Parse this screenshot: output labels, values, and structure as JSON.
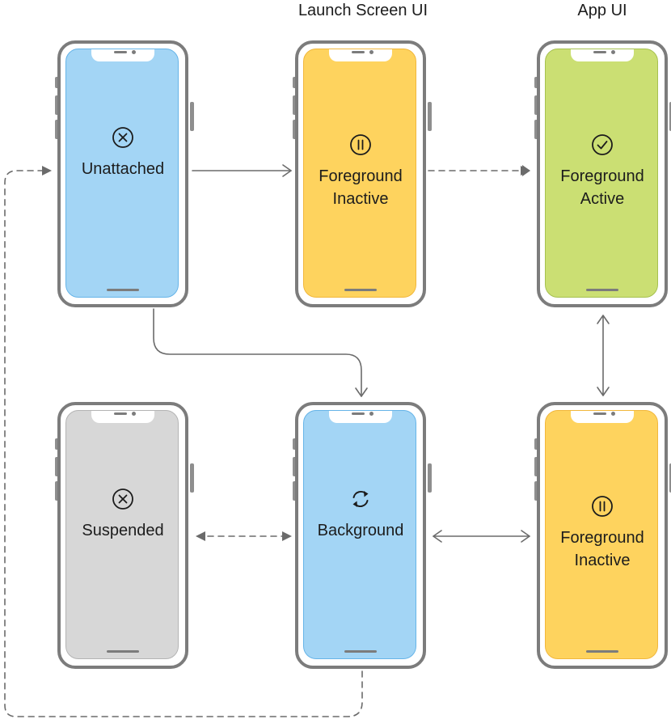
{
  "column_headings": {
    "launch_screen": "Launch Screen UI",
    "app": "App UI"
  },
  "states": {
    "unattached": {
      "lines": [
        "Unattached"
      ],
      "icon": "x-circle-icon",
      "color": "#a3d5f5"
    },
    "launch_inactive": {
      "lines": [
        "Foreground",
        "Inactive"
      ],
      "icon": "pause-circle-icon",
      "color": "#fed35e"
    },
    "active": {
      "lines": [
        "Foreground",
        "Active"
      ],
      "icon": "check-circle-icon",
      "color": "#cbdf73"
    },
    "suspended": {
      "lines": [
        "Suspended"
      ],
      "icon": "x-circle-icon",
      "color": "#d7d7d7"
    },
    "background": {
      "lines": [
        "Background"
      ],
      "icon": "refresh-arrows-icon",
      "color": "#a3d5f5"
    },
    "app_inactive": {
      "lines": [
        "Foreground",
        "Inactive"
      ],
      "icon": "pause-circle-icon",
      "color": "#fed35e"
    }
  },
  "transitions": [
    {
      "from": "unattached",
      "to": "launch_inactive",
      "style": "solid"
    },
    {
      "from": "launch_inactive",
      "to": "active",
      "style": "dashed"
    },
    {
      "from": "unattached",
      "to": "background",
      "style": "solid"
    },
    {
      "from": "active",
      "to": "app_inactive",
      "style": "solid",
      "bidirectional": true
    },
    {
      "from": "background",
      "to": "app_inactive",
      "style": "solid",
      "bidirectional": true
    },
    {
      "from": "suspended",
      "to": "background",
      "style": "dashed",
      "bidirectional": true
    },
    {
      "from": "background",
      "to": "unattached",
      "style": "dashed"
    }
  ]
}
